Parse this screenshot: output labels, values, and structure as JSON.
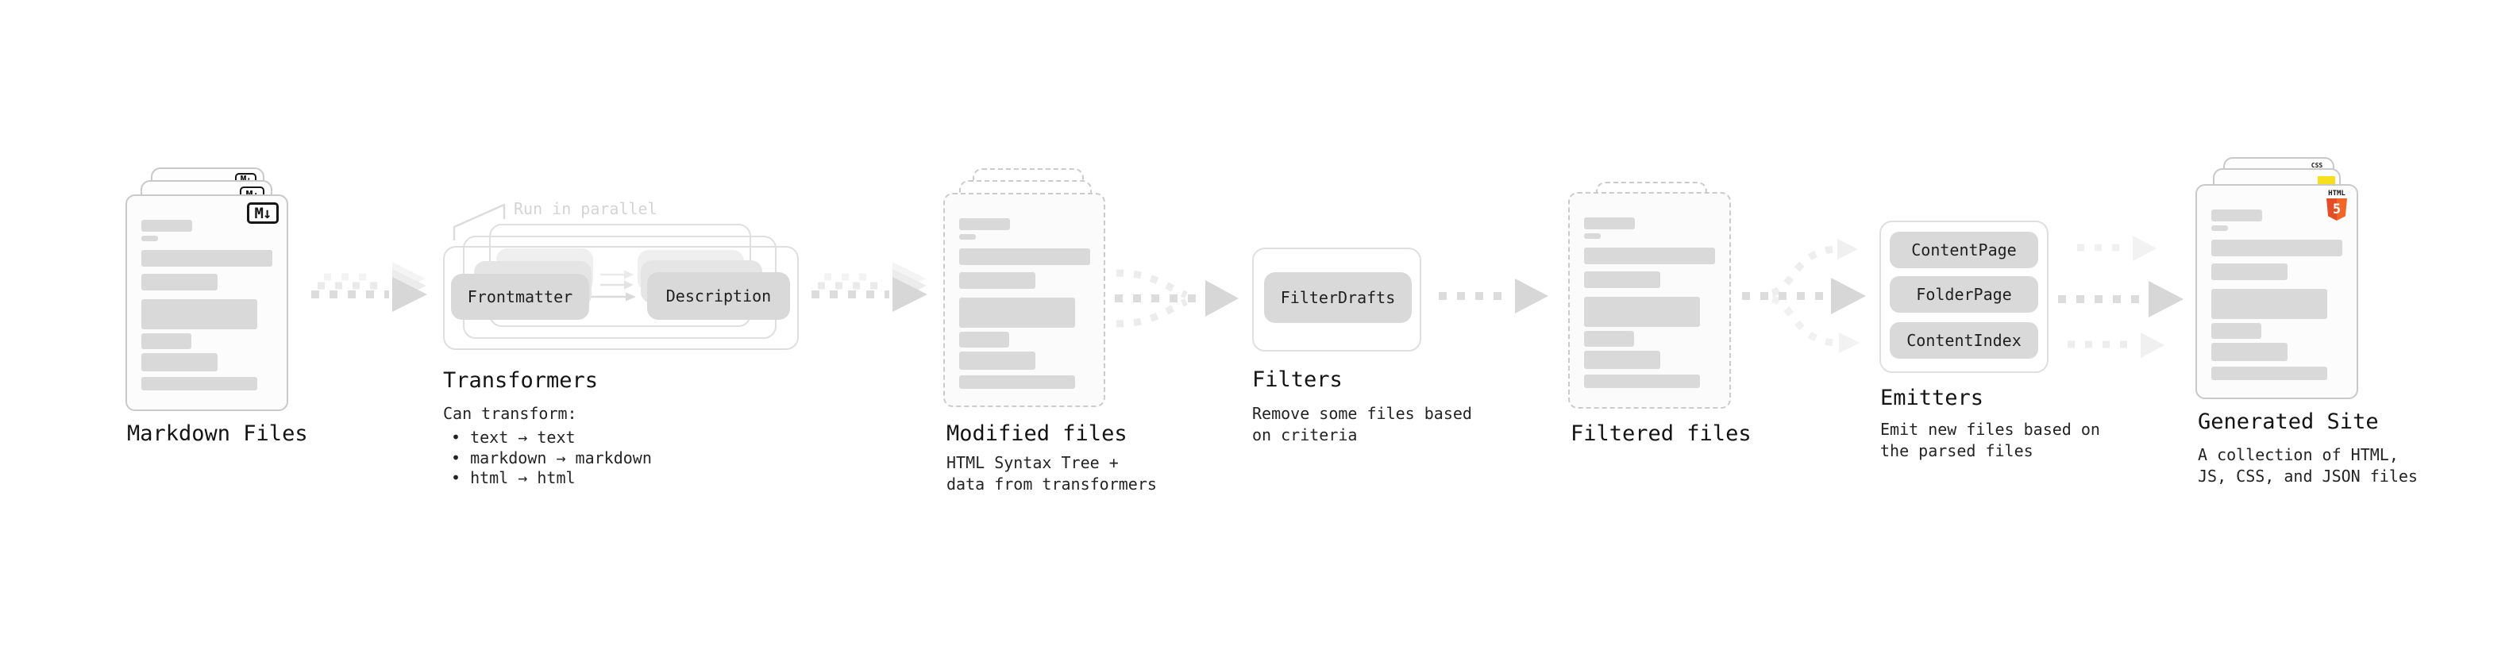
{
  "colors": {
    "background": "#ffffff",
    "document_border": "#c9c9c9",
    "placeholder_bar": "#d9d9d9",
    "chip_fill": "#d9d9d9",
    "panel_border": "#dfdfdf",
    "arrow_gray": "#d7d7d7",
    "title_text": "#141414",
    "body_text": "#242424",
    "faint_text": "#d4d4d4",
    "html5_orange_dark": "#e44d26",
    "html5_orange_light": "#f16529",
    "js_yellow": "#f7df1e",
    "css_blue": "#2965f1"
  },
  "stages": {
    "markdown_files": {
      "title": "Markdown Files",
      "badge": "M↓"
    },
    "transformers": {
      "annotation": "Run in parallel",
      "chips": [
        "Frontmatter",
        "Description"
      ],
      "title": "Transformers",
      "subtitle": "Can transform:",
      "bullets": [
        "• text → text",
        "• markdown → markdown",
        "• html → html"
      ]
    },
    "modified_files": {
      "title": "Modified files",
      "subtitle": "HTML Syntax Tree +\ndata from transformers"
    },
    "filters": {
      "chips": [
        "FilterDrafts"
      ],
      "title": "Filters",
      "subtitle": "Remove some files based\non criteria"
    },
    "filtered_files": {
      "title": "Filtered files"
    },
    "emitters": {
      "chips": [
        "ContentPage",
        "FolderPage",
        "ContentIndex"
      ],
      "title": "Emitters",
      "subtitle": "Emit new files based on\nthe parsed files"
    },
    "generated_site": {
      "title": "Generated Site",
      "subtitle": "A collection of HTML,\nJS, CSS, and JSON files",
      "badges": {
        "css": "CSS",
        "html_word": "HTML",
        "html_digit": "5"
      }
    }
  }
}
